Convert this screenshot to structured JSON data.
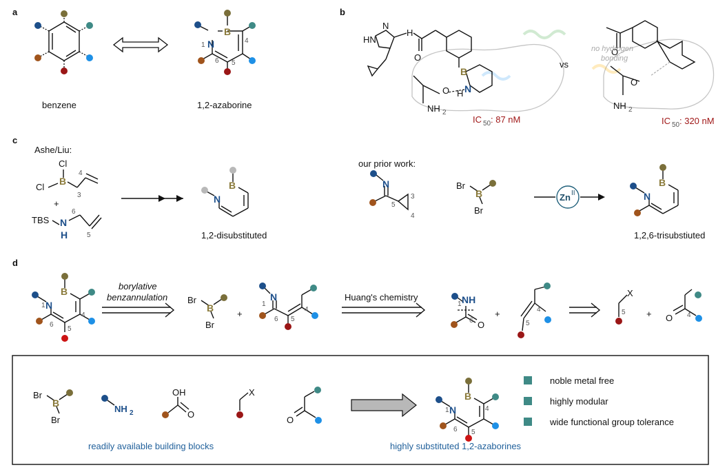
{
  "panels": {
    "a": "a",
    "b": "b",
    "c": "c",
    "d": "d"
  },
  "panel_a": {
    "left_label": "benzene",
    "right_label": "1,2-azaborine"
  },
  "panel_b": {
    "ic50_left_prefix": "IC",
    "ic50_left_sub": "50",
    "ic50_left_value": ": 87 nM",
    "vs": "vs",
    "no_h_line1": "no hydrogen",
    "no_h_line2": "bonding",
    "ic50_right_prefix": "IC",
    "ic50_right_sub": "50",
    "ic50_right_value": ": 320 nM",
    "amide_left": "NH",
    "amide_right": "NH",
    "amide_sub": "2",
    "hn": "HN",
    "n": "N",
    "h": "H",
    "o": "O"
  },
  "panel_c": {
    "title_left": "Ashe/Liu:",
    "title_right": "our prior work:",
    "plus": "+",
    "tbs": "TBS",
    "product_left": "1,2-disubstituted",
    "product_right": "1,2,6-trisubstiuted",
    "zn": "Zn",
    "zn_sup": "II",
    "cl": "Cl",
    "br": "Br"
  },
  "panel_d": {
    "arrow1_line1": "borylative",
    "arrow1_line2": "benzannulation",
    "arrow2": "Huang's chemistry",
    "plus": "+",
    "x": "X",
    "nh": "NH"
  },
  "summary": {
    "nh2_prefix": "NH",
    "nh2_sub": "2",
    "oh": "OH",
    "caption_left": "readily available building blocks",
    "caption_right": "highly substituted 1,2-azaborines",
    "bullets": [
      "noble metal free",
      "highly modular",
      "wide functional group tolerance"
    ]
  },
  "colors": {
    "navy": "#1d4f8a",
    "olive": "#7a6f3a",
    "teal": "#3f8a86",
    "brown": "#a0541c",
    "darkred": "#9a1616",
    "skyblue": "#1e90e6",
    "gray": "#b8b8b8"
  }
}
